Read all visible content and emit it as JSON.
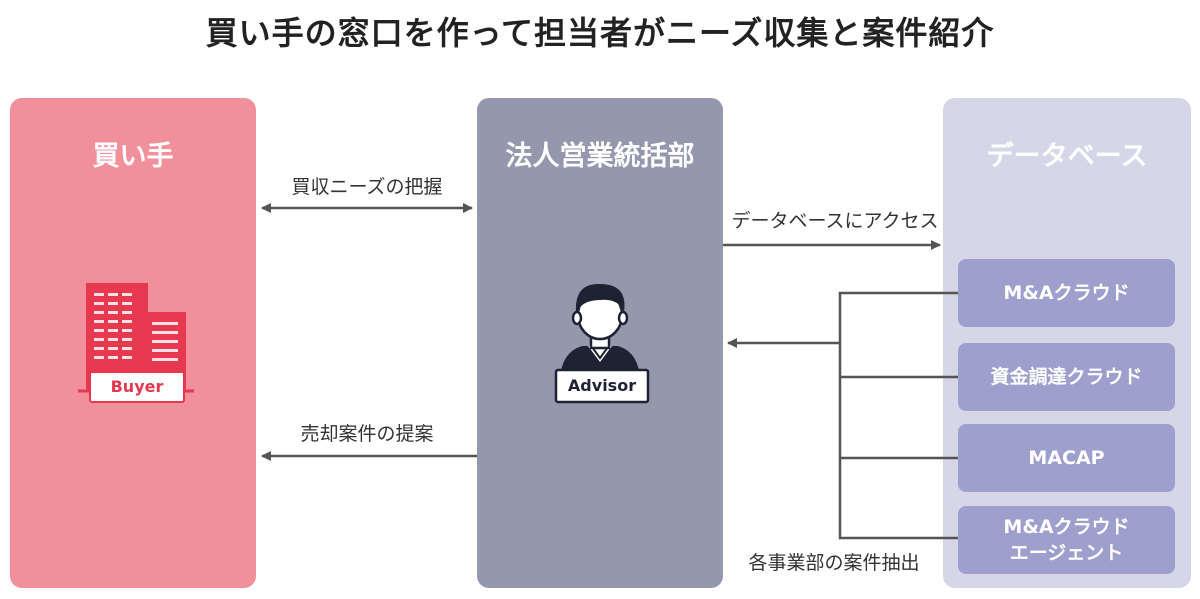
{
  "title": "買い手の窓口を作って担当者がニーズ収集と案件紹介",
  "panels": {
    "buyer": "買い手",
    "advisor": "法人営業統括部",
    "database": "データベース"
  },
  "icons": {
    "buyer_badge": "Buyer",
    "advisor_badge": "Advisor"
  },
  "arrows": {
    "needs": "買収ニーズの把握",
    "proposal": "売却案件の提案",
    "access": "データベースにアクセス",
    "extract": "各事業部の案件抽出"
  },
  "databases": [
    {
      "label": "M&Aクラウド"
    },
    {
      "label": "資金調達クラウド"
    },
    {
      "label": "MACAP"
    },
    {
      "label": "M&Aクラウド\nエージェント"
    }
  ],
  "colors": {
    "buyer": "#f18f9a",
    "advisor": "#9597ad",
    "database": "#d5d6e8",
    "db_item": "#9d9fcd",
    "building": "#e8384f",
    "arrow": "#555555"
  }
}
